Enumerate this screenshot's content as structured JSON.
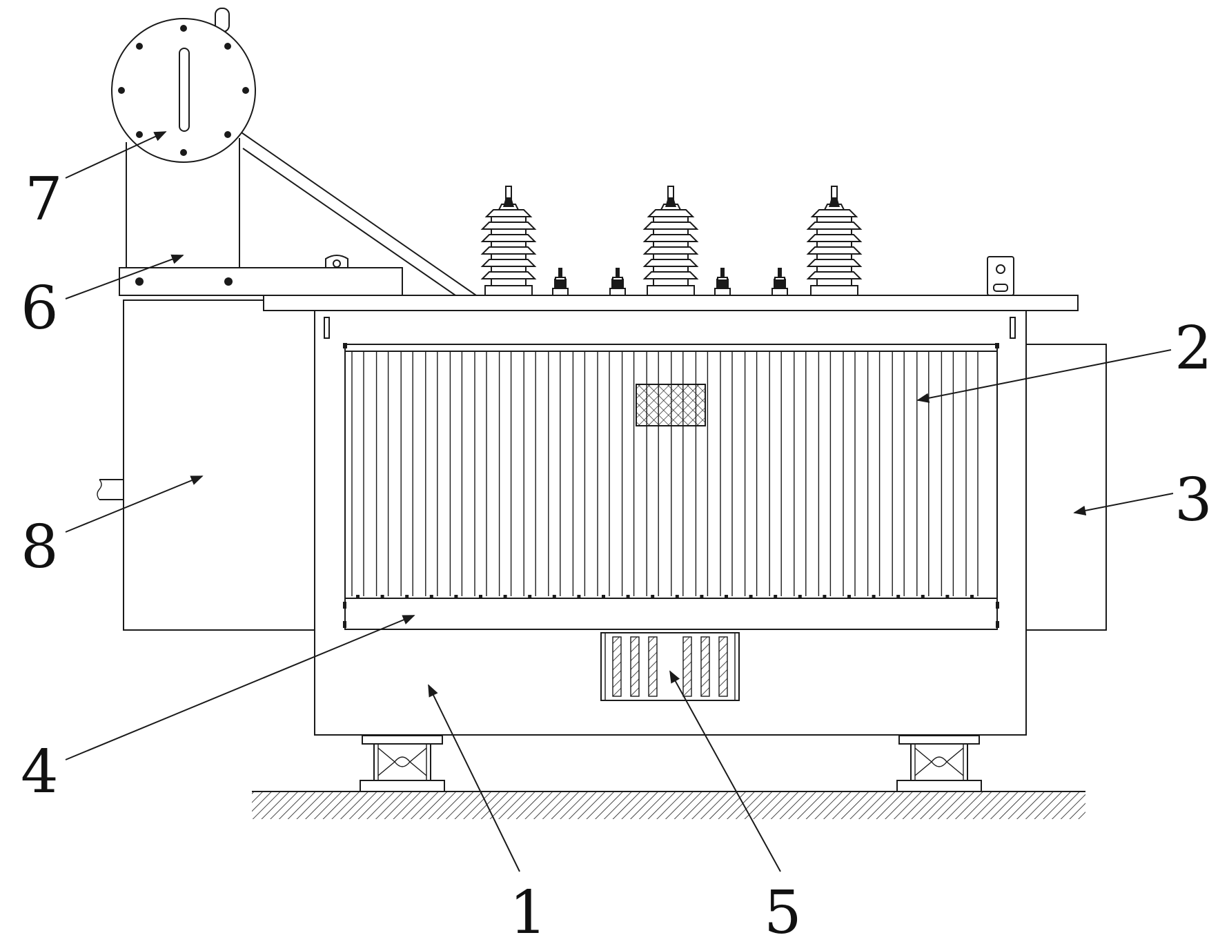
{
  "labels": {
    "l1": "1",
    "l2": "2",
    "l3": "3",
    "l4": "4",
    "l5": "5",
    "l6": "6",
    "l7": "7",
    "l8": "8"
  },
  "colors": {
    "line": "#1a1a1a",
    "background": "#ffffff"
  }
}
